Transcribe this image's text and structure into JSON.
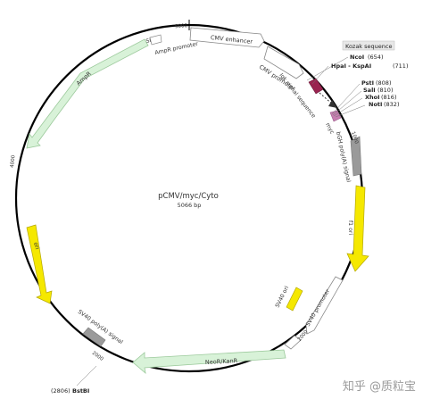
{
  "plasmid": {
    "name": "pCMV/myc/Cyto",
    "size": "5066 bp"
  },
  "features": {
    "si": "Si",
    "ampr_promoter": "AmpR promoter",
    "ampr": "AmpR",
    "cmv_enhancer": "CMV enhancer",
    "cmv_promoter": "CMV promoter",
    "igk_signal": "Igk signal sequence",
    "myc": "myc",
    "bgh": "bGH poly(A) signal",
    "f1_ori": "f1 ori",
    "sv40_ori": "SV40 ori",
    "sv40_promoter": "SV40 promoter",
    "sv40_polya": "SV40 poly(A) signal",
    "neor": "NeoR/KanR",
    "ori": "ori"
  },
  "ticks": {
    "t5000": "5000",
    "t1000": "1000",
    "t2000": "2000",
    "t3000": "3000",
    "t4000": "4000"
  },
  "sites": {
    "kozak": "Kozak sequence",
    "ncoi": "NcoI",
    "ncoi_pos": "(654)",
    "hpai": "HpaI - KspAI",
    "hpai_pos": "(711)",
    "psti": "PstI",
    "psti_pos": "(808)",
    "sali": "SalI",
    "sali_pos": "(810)",
    "xhoi": "XhoI",
    "xhoi_pos": "(816)",
    "noti": "NotI",
    "noti_pos": "(832)",
    "bstbi_pos": "(2806)",
    "bstbi": "BstBI"
  },
  "watermark": "知乎 @质粒宝",
  "colors": {
    "backbone": "#000000",
    "ampr_fill": "#d8f2d8",
    "ampr_stroke": "#9bc99b",
    "ori_yellow": "#f5e800",
    "gray_feature": "#9a9a9a",
    "myc_pink": "#c77eb0",
    "igk_maroon": "#9a2450",
    "white_feature": "#ffffff"
  }
}
